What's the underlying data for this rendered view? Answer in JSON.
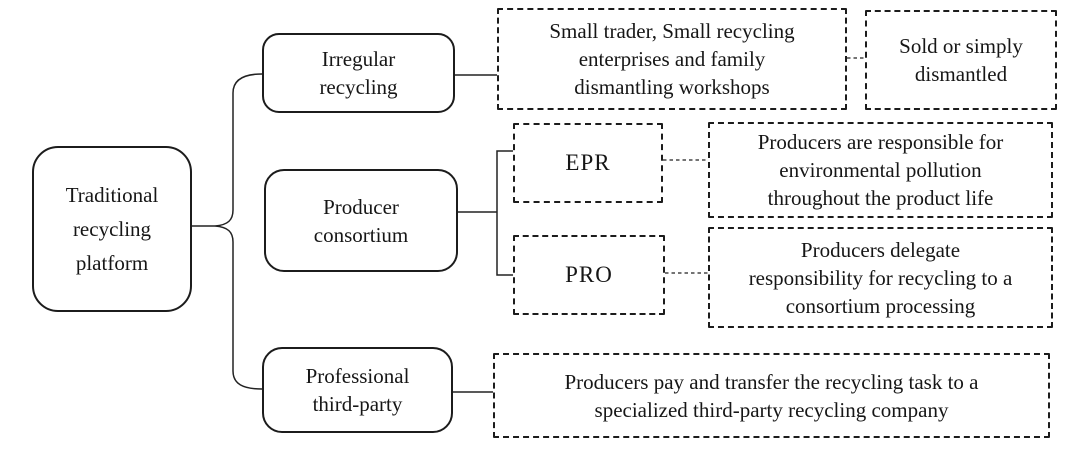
{
  "figure": {
    "background_color": "#ffffff",
    "line_color": "#222222",
    "nodes": {
      "root": "Traditional\nrecycling\nplatform",
      "irregular": "Irregular\nrecycling",
      "irregular_desc": "Small trader, Small recycling\nenterprises and family\ndismantling workshops",
      "irregular_outcome": "Sold or simply\ndismantled",
      "producer": "Producer\nconsortium",
      "epr": "EPR",
      "epr_desc": "Producers are responsible for\nenvironmental pollution\nthroughout the product life",
      "pro": "PRO",
      "pro_desc": "Producers delegate\nresponsibility for recycling to a\nconsortium processing",
      "thirdparty": "Professional\nthird-party",
      "thirdparty_desc": "Producers pay and transfer the recycling task to a\nspecialized third-party recycling company"
    },
    "edges": [
      {
        "from": "root",
        "to": "irregular",
        "style": "solid-brace"
      },
      {
        "from": "root",
        "to": "producer",
        "style": "solid-brace"
      },
      {
        "from": "root",
        "to": "thirdparty",
        "style": "solid-brace"
      },
      {
        "from": "irregular",
        "to": "irregular_desc",
        "style": "solid"
      },
      {
        "from": "irregular_desc",
        "to": "irregular_outcome",
        "style": "dashed"
      },
      {
        "from": "producer",
        "to": "epr",
        "style": "solid-fork"
      },
      {
        "from": "producer",
        "to": "pro",
        "style": "solid-fork"
      },
      {
        "from": "epr",
        "to": "epr_desc",
        "style": "dashed"
      },
      {
        "from": "pro",
        "to": "pro_desc",
        "style": "dashed"
      },
      {
        "from": "thirdparty",
        "to": "thirdparty_desc",
        "style": "solid"
      }
    ]
  }
}
